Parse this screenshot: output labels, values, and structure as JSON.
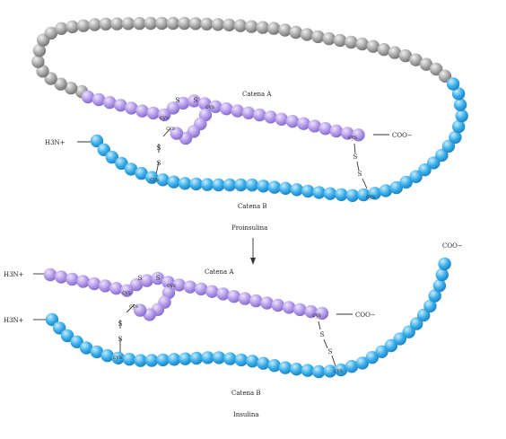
{
  "colors": {
    "connecting_peptide": "#9a9a9a",
    "chain_a": "#b49ae8",
    "chain_b": "#3aaee8",
    "line": "#333333"
  },
  "proinsulin": {
    "chain_a_label": "Catena A",
    "chain_b_label": "Catena B",
    "n_terminus": "H3N+",
    "c_terminus": "COO−",
    "caption": "Proinsulina"
  },
  "insulin": {
    "chain_a_label": "Catena A",
    "chain_b_label": "Catena B",
    "n_terminus_a": "H3N+",
    "n_terminus_b": "H3N+",
    "c_terminus_a": "COO−",
    "c_terminus_b": "COO−",
    "caption": "Insulina"
  },
  "residue_label": "cys",
  "sulfur_label": "S"
}
